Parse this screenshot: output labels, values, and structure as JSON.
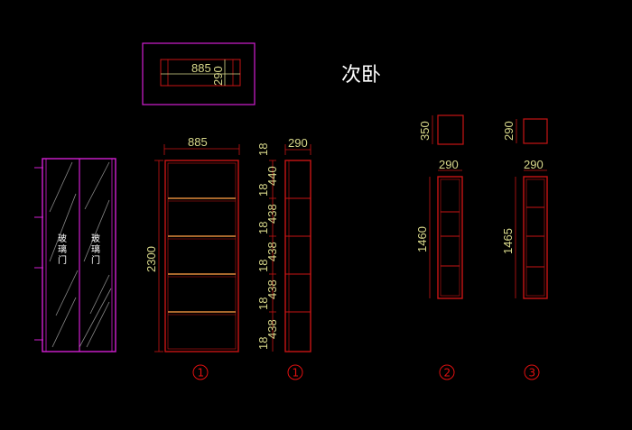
{
  "title": "次卧",
  "colors": {
    "magenta": "#d21fd2",
    "red": "#c81414",
    "dim": "#d7d78a",
    "shelf": "#e08a3a",
    "gray": "#8a8a8a"
  },
  "plan": {
    "width_dim": "885",
    "depth_dim": "290"
  },
  "door": {
    "left_label": "玻璃门",
    "right_label": "玻璃门"
  },
  "cabinet1": {
    "width_dim": "885",
    "height_dim": "2300",
    "tag": "1"
  },
  "side1": {
    "width_dim": "290",
    "top_gap": "18",
    "sections": [
      {
        "thk": "18",
        "h": "440"
      },
      {
        "thk": "18",
        "h": "438"
      },
      {
        "thk": "18",
        "h": "438"
      },
      {
        "thk": "18",
        "h": "438"
      },
      {
        "thk": "18",
        "h": "438"
      }
    ],
    "tag": "1"
  },
  "cabinet2": {
    "box_dim": "350",
    "width_dim": "290",
    "height_dim": "1460",
    "tag": "2"
  },
  "cabinet3": {
    "box_dim": "290",
    "width_dim": "290",
    "height_dim": "1465",
    "tag": "3"
  }
}
